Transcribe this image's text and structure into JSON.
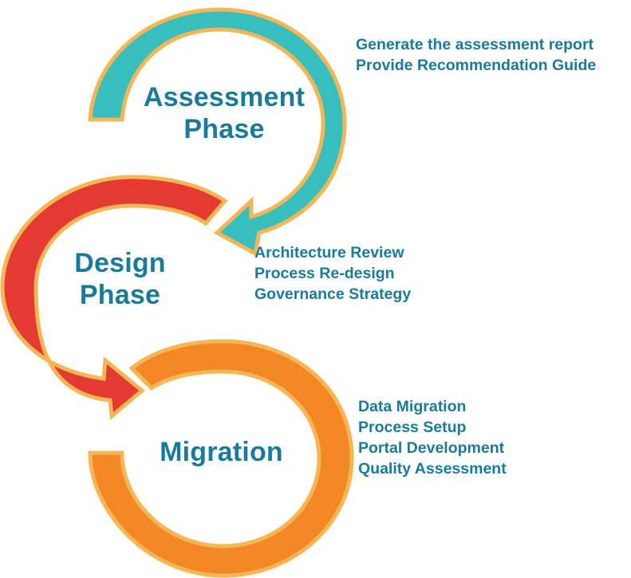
{
  "colors": {
    "assessment_arrow": "#36bfbc",
    "design_arrow": "#e43a31",
    "migration_arrow": "#f38723",
    "arrow_outline": "#f6b656",
    "text": "#1a7a9c",
    "background": "#ffffff"
  },
  "phases": [
    {
      "title_line1": "Assessment",
      "title_line2": "Phase",
      "arrow_color": "teal",
      "items": [
        "Generate the assessment report",
        "Provide Recommendation Guide"
      ]
    },
    {
      "title_line1": "Design",
      "title_line2": "Phase",
      "arrow_color": "red",
      "items": [
        "Architecture Review",
        "Process Re-design",
        "Governance Strategy"
      ]
    },
    {
      "title_line1": "Migration",
      "title_line2": "",
      "arrow_color": "orange",
      "items": [
        "Data Migration",
        "Process Setup",
        "Portal Development",
        "Quality Assessment"
      ]
    }
  ]
}
